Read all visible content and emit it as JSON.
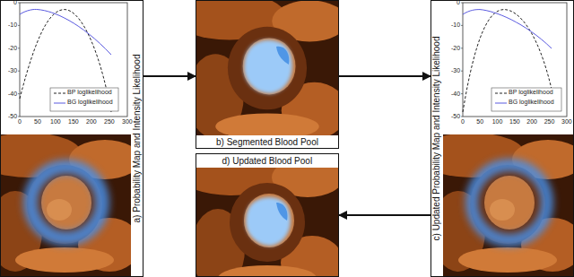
{
  "diagram": {
    "nodes": [
      {
        "text": [
          "a) Probability Map and Intensity Likelihood"
        ]
      },
      {
        "text": [
          "b) Segmented Blood Pool"
        ]
      },
      {
        "text": [
          "c) Updated Probability Map and Intensity Likelihood"
        ]
      },
      {
        "text": [
          "d) Updated Blood Pool"
        ]
      }
    ],
    "edges": [
      {
        "from": 0,
        "to": 1,
        "arrow": "to"
      },
      {
        "from": 1,
        "to": 2,
        "arrow": "to"
      },
      {
        "from": 2,
        "to": 3,
        "arrow": "to"
      }
    ],
    "labels": [
      "0",
      "-10",
      "-20",
      "-30",
      "-40",
      "-50",
      "0",
      "50",
      "100",
      "150",
      "200",
      "250",
      "300",
      "0",
      "-10",
      "-20",
      "-30",
      "-40",
      "-50",
      "0",
      "50",
      "100",
      "150",
      "200",
      "250",
      "300"
    ],
    "legend": [
      {
        "text": "BP loglikelihood"
      },
      {
        "text": "BG loglikelihood"
      },
      {
        "text": "BP loglikelihood"
      },
      {
        "text": "BG loglikelihood"
      }
    ]
  }
}
